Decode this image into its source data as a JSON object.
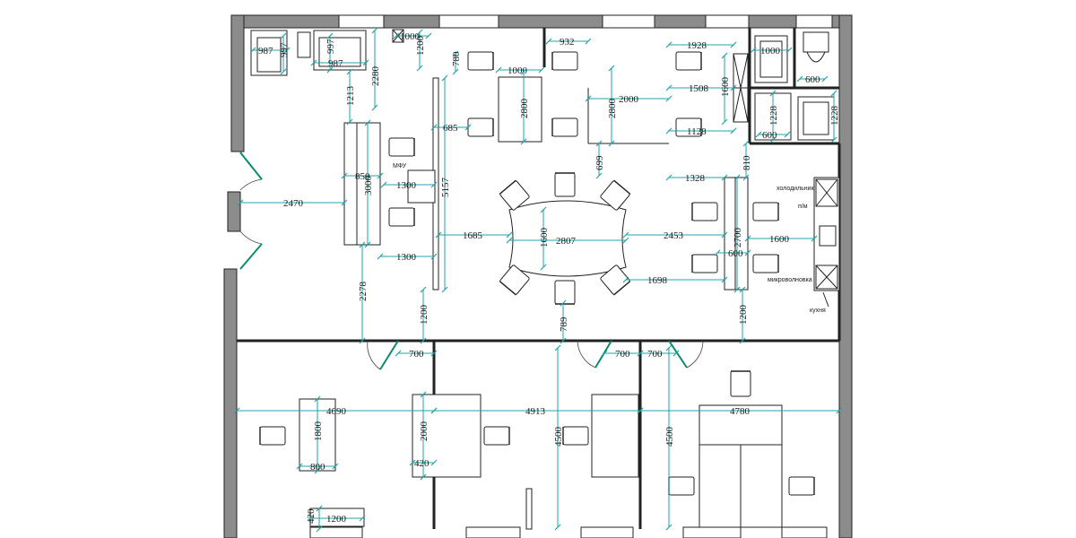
{
  "accent_color": "#1fa3a8",
  "door_color": "#0b8a6e",
  "plan": {
    "labels": {
      "mfu": "МФУ",
      "fridge": "холодильник",
      "dishwasher": "п/м",
      "microwave": "микроволновка",
      "kitchen": "кухня"
    },
    "dimensions": [
      "987",
      "997",
      "997",
      "987",
      "1000",
      "1200",
      "780",
      "2280",
      "1213",
      "932",
      "1000",
      "2800",
      "2800",
      "2000",
      "1928",
      "1508",
      "1600",
      "1000",
      "600",
      "685",
      "1128",
      "1228",
      "600",
      "1228",
      "699",
      "810",
      "1328",
      "850",
      "3000",
      "1300",
      "5157",
      "2470",
      "1685",
      "1600",
      "2807",
      "2453",
      "2700",
      "600",
      "1600",
      "1300",
      "1698",
      "2278",
      "1200",
      "789",
      "1200",
      "700",
      "700",
      "700",
      "4690",
      "4913",
      "4780",
      "1800",
      "2000",
      "800",
      "420",
      "4500",
      "4500",
      "420",
      "1200"
    ]
  }
}
